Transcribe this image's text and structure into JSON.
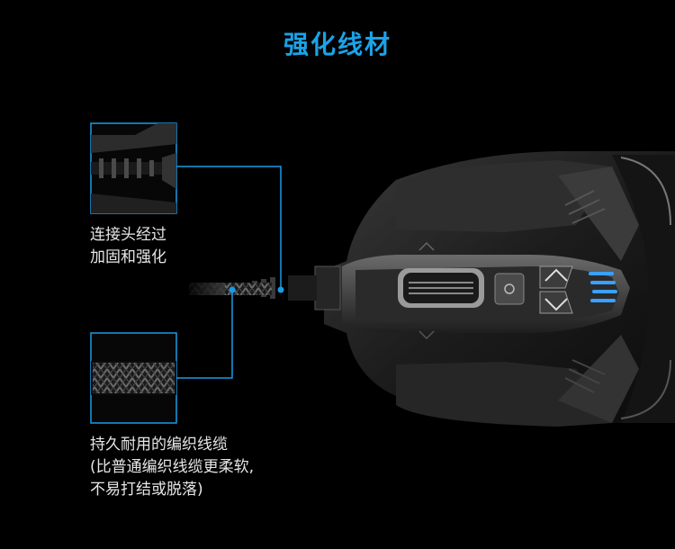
{
  "title": "强化线材",
  "callouts": [
    {
      "id": "connector",
      "lines": [
        "连接头经过",
        "加固和强化"
      ]
    },
    {
      "id": "braided-cable",
      "lines": [
        "持久耐用的编织线缆",
        "(比普通编织线缆更柔软,",
        "不易打结或脱落)"
      ]
    }
  ],
  "colors": {
    "accent": "#1aa3e8",
    "background": "#000000",
    "text": "#e6e6e6",
    "mouse_lights": "#3aa0ff"
  }
}
